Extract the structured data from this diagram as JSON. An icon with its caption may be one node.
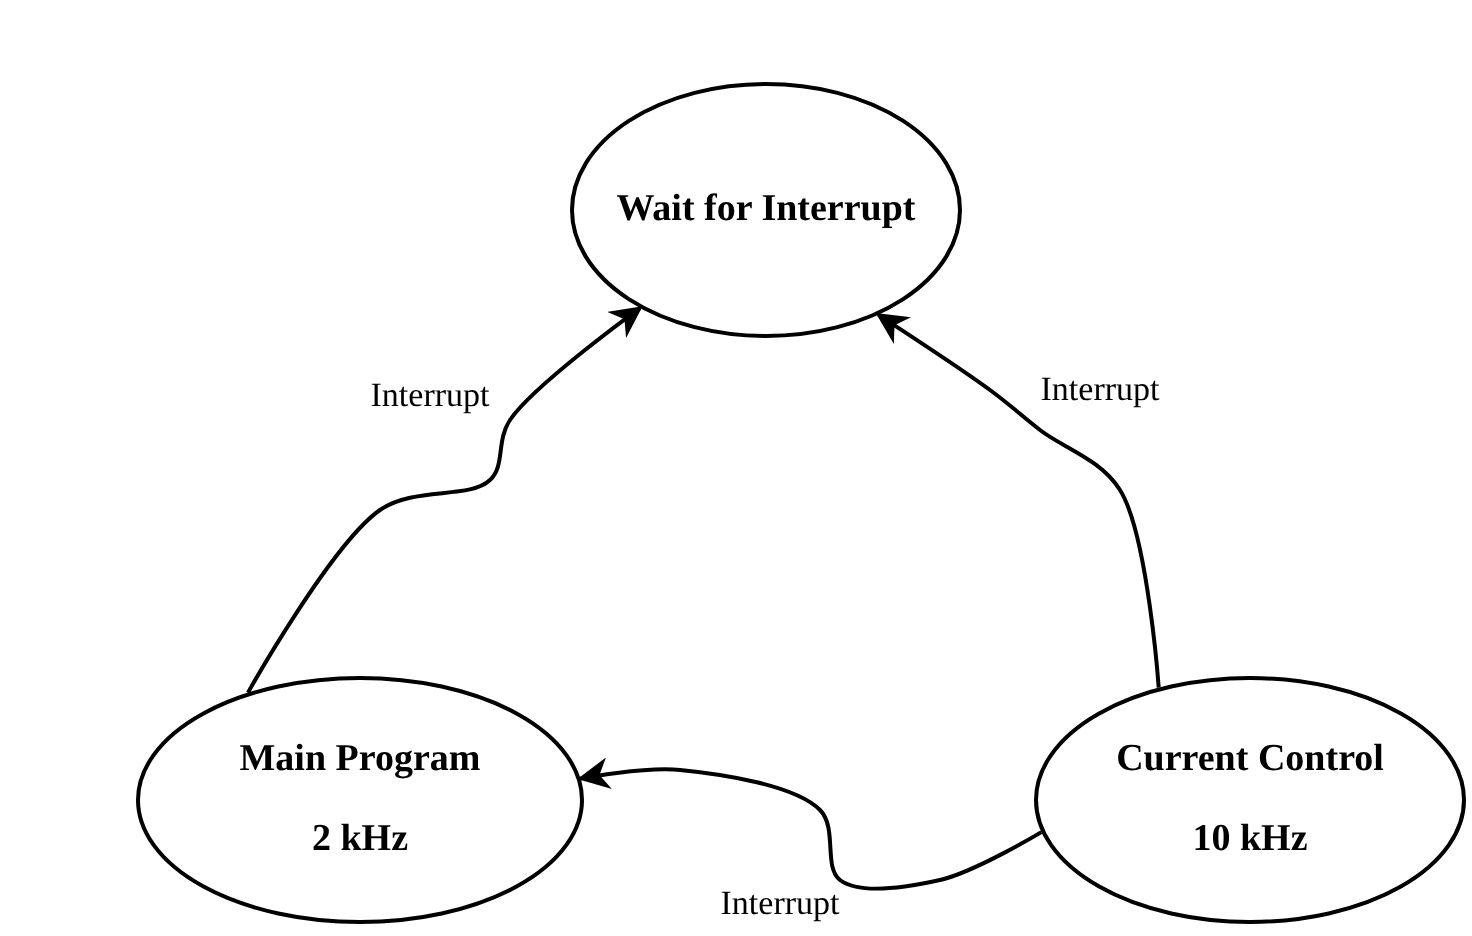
{
  "diagram": {
    "nodes": [
      {
        "text": [
          "Wait for Interrupt"
        ]
      },
      {
        "text": [
          "Main Program",
          "2 kHz"
        ]
      },
      {
        "text": [
          "Current Control",
          "10 kHz"
        ]
      }
    ],
    "edges": [
      {
        "from": 1,
        "to": 0,
        "arrow": "to",
        "label": "Interrupt"
      },
      {
        "from": 2,
        "to": 0,
        "arrow": "to",
        "label": "Interrupt"
      },
      {
        "from": 2,
        "to": 1,
        "arrow": "to",
        "label": "Interrupt"
      }
    ]
  }
}
